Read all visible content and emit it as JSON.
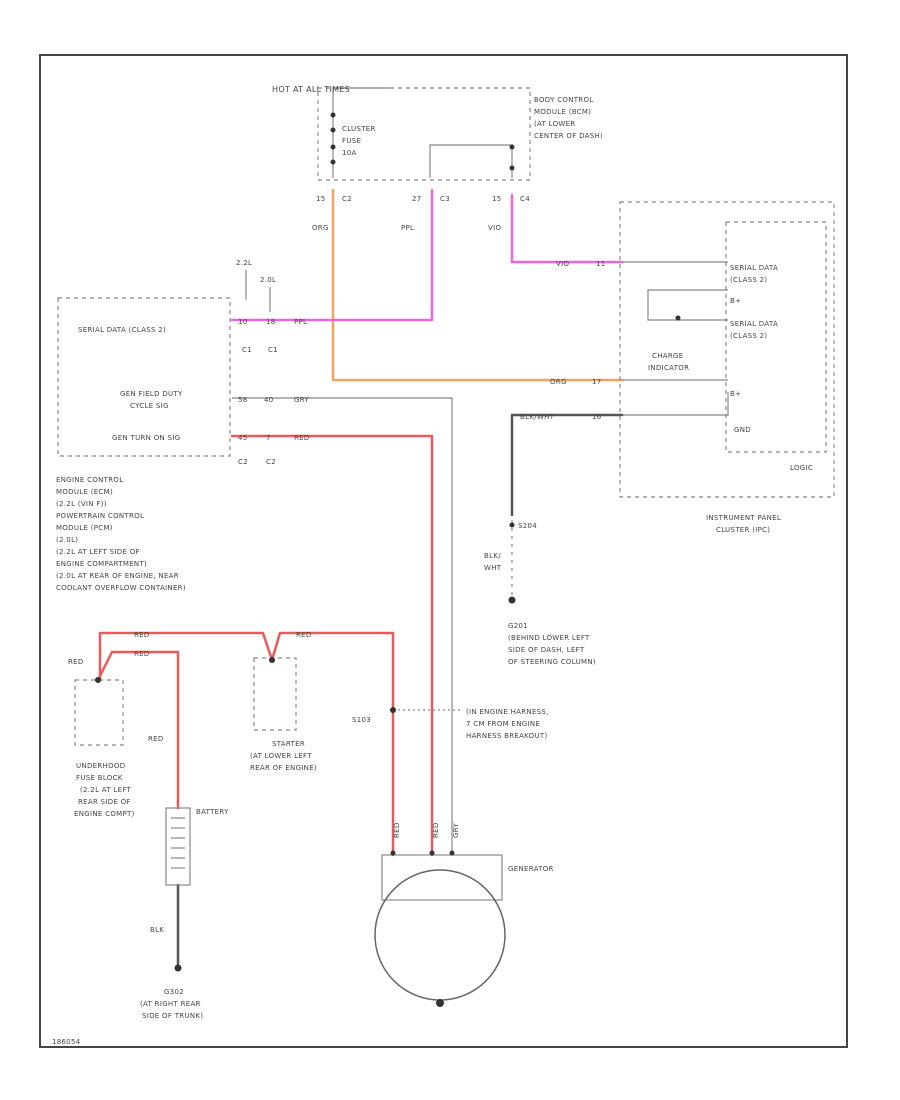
{
  "colors": {
    "orange": "#f5a35a",
    "pink": "#e866e0",
    "red": "#ea5a5a",
    "gray": "#aaaaaa",
    "black": "#555555"
  },
  "labels": {
    "hot_at_all_times": "HOT AT ALL TIMES",
    "cluster_fuse": [
      "CLUSTER",
      "FUSE",
      "10A"
    ],
    "bcm": [
      "BODY CONTROL",
      "MODULE (BCM)",
      "(AT LOWER",
      "CENTER OF DASH)"
    ],
    "c2_pin": "15",
    "c2": "C2",
    "c3_pin": "27",
    "c3": "C3",
    "c4_pin": "15",
    "c4": "C4",
    "org_top": "ORG",
    "ppl_top": "PPL",
    "vio_top": "VIO",
    "ecm_22": "2.2L",
    "ecm_20": "2.0L",
    "serial_data_class2": "SERIAL DATA (CLASS 2)",
    "ecm_pin_a": "10",
    "ecm_pin_b": "18",
    "ppl_ecm": "PPL",
    "c1a": "C1",
    "c1b": "C1",
    "genfield": [
      "GEN FIELD DUTY",
      "CYCLE SIG"
    ],
    "gf_pin_a": "58",
    "gf_pin_b": "40",
    "gry_mid": "GRY",
    "gen_turn_on": "GEN TURN ON SIG",
    "gt_pin_a": "45",
    "gt_pin_b": "7",
    "red_mid": "RED",
    "c2a": "C2",
    "c2b": "C2",
    "ecm_desc": [
      "ENGINE CONTROL",
      "MODULE (ECM)",
      "(2.2L (VIN F))",
      "POWERTRAIN CONTROL",
      "MODULE (PCM)",
      "(2.0L)",
      "(2.2L AT LEFT SIDE OF",
      "ENGINE COMPARTMENT)",
      "(2.0L AT REAR OF ENGINE, NEAR",
      "COOLANT OVERFLOW CONTAINER)"
    ],
    "vio_ipc": "VIO",
    "vio_ipc_pin": "11",
    "ipc_serial_a": [
      "SERIAL DATA",
      "(CLASS 2)"
    ],
    "b_plus_a": "B+",
    "ipc_serial_b": [
      "SERIAL DATA",
      "(CLASS 2)"
    ],
    "charge_indicator": [
      "CHARGE",
      "INDICATOR"
    ],
    "org_ipc": "ORG",
    "org_ipc_pin": "17",
    "b_plus_b": "B+",
    "blk_wht_ipc": "BLK/WHT",
    "blk_wht_pin": "16",
    "gnd": "GND",
    "logic": "LOGIC",
    "s204": "S204",
    "blk_wht_v": [
      "BLK/",
      "WHT"
    ],
    "ipc_desc": [
      "INSTRUMENT PANEL",
      "CLUSTER (IPC)"
    ],
    "g201": [
      "G201",
      "(BEHIND LOWER LEFT",
      "SIDE OF DASH, LEFT",
      "OF STEERING COLUMN)"
    ],
    "red_a": "RED",
    "red_b": "RED",
    "red_c": "RED",
    "red_left": "RED",
    "red_bat": "RED",
    "fuse_block": [
      "UNDERHOOD",
      "FUSE BLOCK",
      "(2.2L AT LEFT",
      "REAR SIDE OF",
      "ENGINE COMPT)"
    ],
    "starter": [
      "STARTER",
      "(AT LOWER LEFT",
      "REAR OF ENGINE)"
    ],
    "s103": "S103",
    "s103_desc": [
      "(IN ENGINE HARNESS,",
      "7 CM FROM ENGINE",
      "HARNESS BREAKOUT)"
    ],
    "battery": "BATTERY",
    "blk_gnd": "BLK",
    "g302": [
      "G302",
      "(AT RIGHT REAR",
      "SIDE OF TRUNK)"
    ],
    "red_g1": "RED",
    "red_g2": "RED",
    "gry_g": "GRY",
    "generator": "GENERATOR",
    "figure_id": "186054"
  }
}
